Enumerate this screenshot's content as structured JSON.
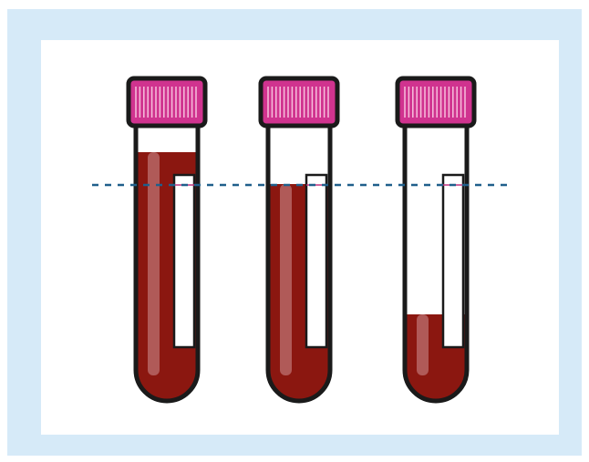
{
  "colors": {
    "outer_background": "#d6eaf8",
    "inner_background": "#ffffff",
    "tube_outline": "#1a1a1a",
    "cap_fill": "#d0338f",
    "cap_ribs": "#f7c0dc",
    "blood": "#8b1710",
    "blood_highlight": "#b05a58",
    "fill_line": "#1f5f8b",
    "label_line": "#c0347e"
  },
  "diagram": {
    "tubes": [
      {
        "id": "tube-1",
        "fill_level": "overfilled"
      },
      {
        "id": "tube-2",
        "fill_level": "correct"
      },
      {
        "id": "tube-3",
        "fill_level": "underfilled"
      }
    ],
    "reference_line": {
      "style": "dashed",
      "meaning": "fill-mark"
    }
  }
}
